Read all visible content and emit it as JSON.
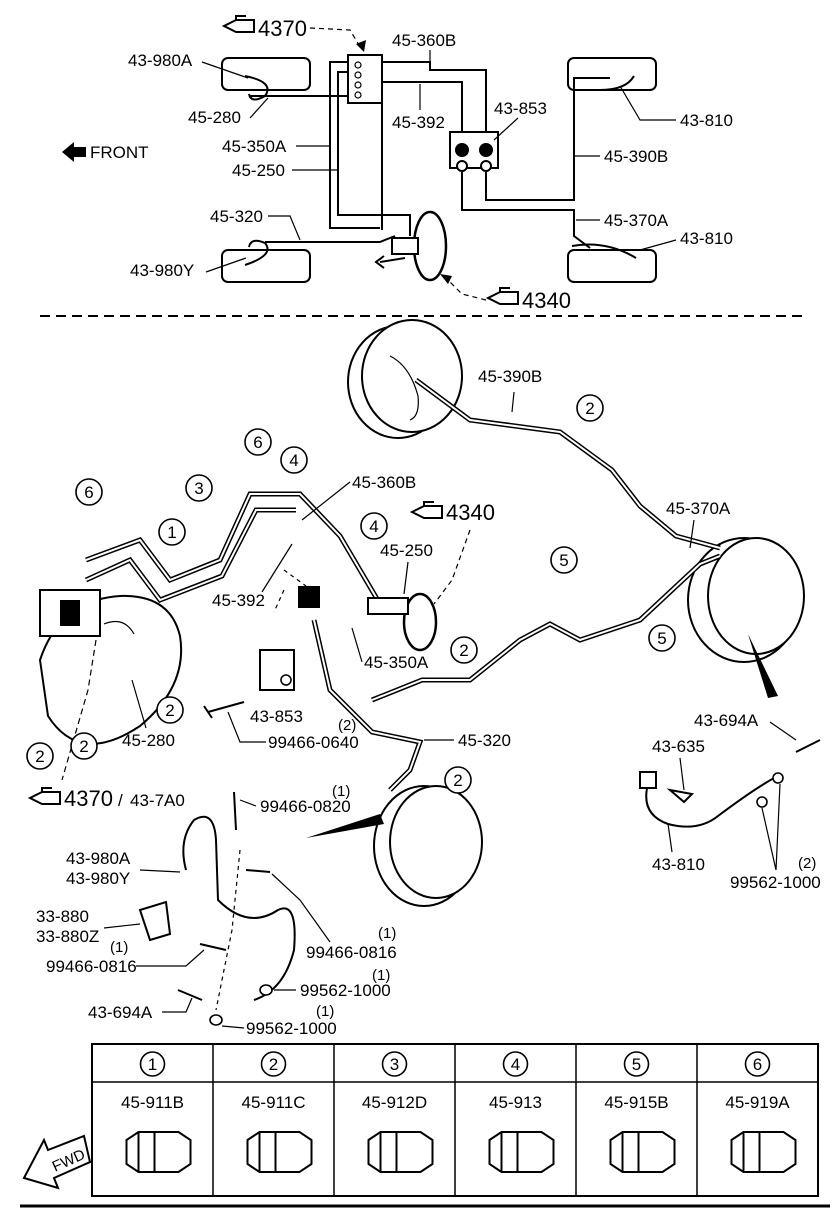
{
  "top_schematic": {
    "ref_4370": "4370",
    "ref_4340": "4340",
    "front_label": "FRONT",
    "labels": {
      "l_43_980A": "43-980A",
      "l_45_280": "45-280",
      "l_45_350A": "45-350A",
      "l_45_250": "45-250",
      "l_45_320": "45-320",
      "l_43_980Y": "43-980Y",
      "l_45_360B": "45-360B",
      "l_45_392": "45-392",
      "l_43_853": "43-853",
      "l_43_810_top": "43-810",
      "l_45_390B": "45-390B",
      "l_45_370A": "45-370A",
      "l_43_810_bot": "43-810"
    }
  },
  "main_view": {
    "labels": {
      "m_45_390B": "45-390B",
      "m_45_370A": "45-370A",
      "m_45_360B": "45-360B",
      "m_4340": "4340",
      "m_45_250": "45-250",
      "m_45_392": "45-392",
      "m_45_350A": "45-350A",
      "m_43_853": "43-853",
      "m_99466_0640": "99466-0640",
      "m_99466_0640_qty": "(2)",
      "m_45_280": "45-280",
      "m_45_320": "45-320",
      "m_4370": "4370",
      "m_43_7A0": "43-7A0",
      "m_99466_0820": "99466-0820",
      "m_99466_0820_qty": "(1)",
      "m_43_980A": "43-980A",
      "m_43_980Y": "43-980Y",
      "m_33_880": "33-880",
      "m_33_880Z": "33-880Z",
      "m_99466_0816a": "99466-0816",
      "m_99466_0816a_qty": "(1)",
      "m_99466_0816b": "99466-0816",
      "m_99466_0816b_qty": "(1)",
      "m_43_694A_left": "43-694A",
      "m_99562_1000a": "99562-1000",
      "m_99562_1000a_qty": "(1)",
      "m_99562_1000b": "99562-1000",
      "m_99562_1000b_qty": "(1)",
      "m_43_694A_right": "43-694A",
      "m_43_635": "43-635",
      "m_43_810": "43-810",
      "m_99562_1000c": "99562-1000",
      "m_99562_1000c_qty": "(2)"
    },
    "callouts": [
      "1",
      "2",
      "3",
      "4",
      "5",
      "6"
    ]
  },
  "clip_table": {
    "columns": [
      {
        "num": "1",
        "part": "45-911B"
      },
      {
        "num": "2",
        "part": "45-911C"
      },
      {
        "num": "3",
        "part": "45-912D"
      },
      {
        "num": "4",
        "part": "45-913"
      },
      {
        "num": "5",
        "part": "45-915B"
      },
      {
        "num": "6",
        "part": "45-919A"
      }
    ],
    "fwd_label": "FWD"
  }
}
